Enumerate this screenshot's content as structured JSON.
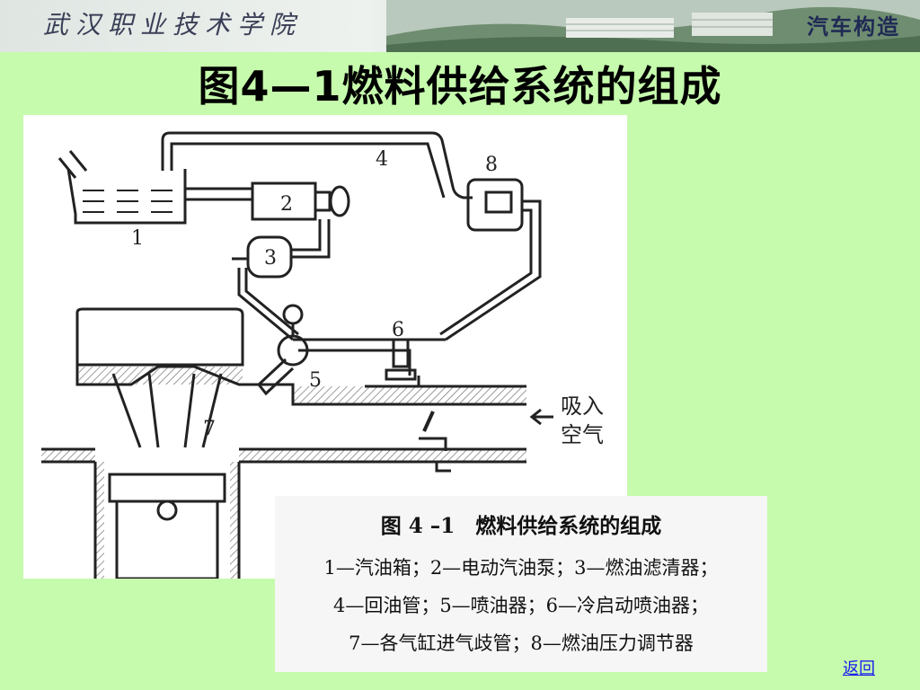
{
  "banner": {
    "college": "武汉职业技术学院",
    "course": "汽车构造"
  },
  "title": "图4—1燃料供给系统的组成",
  "diagram": {
    "part_labels": [
      "1",
      "2",
      "3",
      "4",
      "5",
      "6",
      "7",
      "8"
    ],
    "air_intake_line1": "吸入",
    "air_intake_line2": "空气"
  },
  "caption": {
    "title": "图 4 –1　燃料供给系统的组成",
    "lines": [
      "1—汽油箱；2—电动汽油泵；3—燃油滤清器；",
      "4—回油管；5—喷油器；6—冷启动喷油器；",
      "7—各气缸进气歧管；8—燃油压力调节器"
    ]
  },
  "nav": {
    "back": "返回"
  },
  "colors": {
    "background": "#c6fbad",
    "link": "#1a1aee"
  }
}
